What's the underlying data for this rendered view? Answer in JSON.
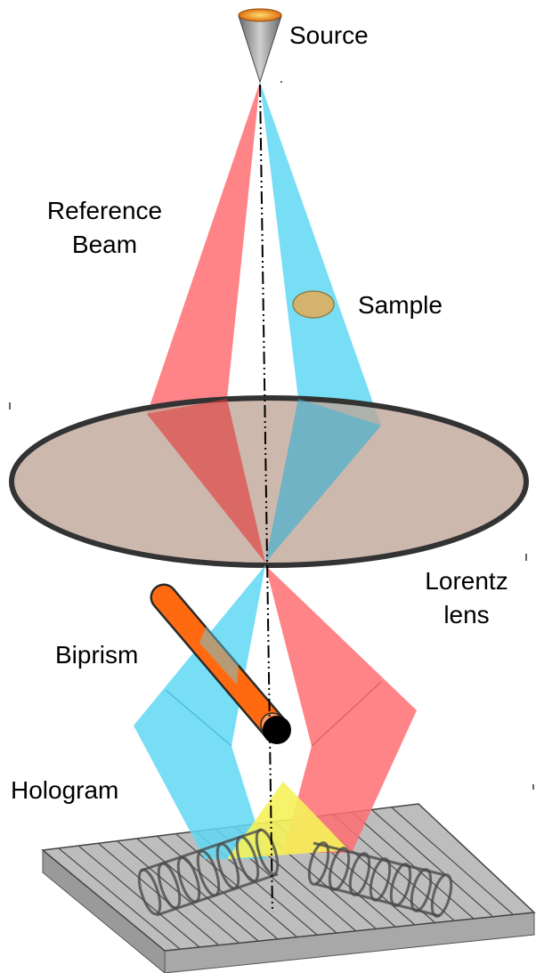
{
  "labels": {
    "source": "Source",
    "reference_beam_line1": "Reference",
    "reference_beam_line2": "Beam",
    "sample": "Sample",
    "lorentz_lens_line1": "Lorentz",
    "lorentz_lens_line2": "lens",
    "biprism": "Biprism",
    "hologram": "Hologram"
  },
  "colors": {
    "reference_beam": "#ff6f73",
    "object_beam": "#5fd8f5",
    "lens_fill": "#bfa497",
    "lens_edge": "#333333",
    "sample": "#d4b46c",
    "biprism": "#ff6a10",
    "overlap": "#f5f25a",
    "detector": "#b8b8b8"
  }
}
